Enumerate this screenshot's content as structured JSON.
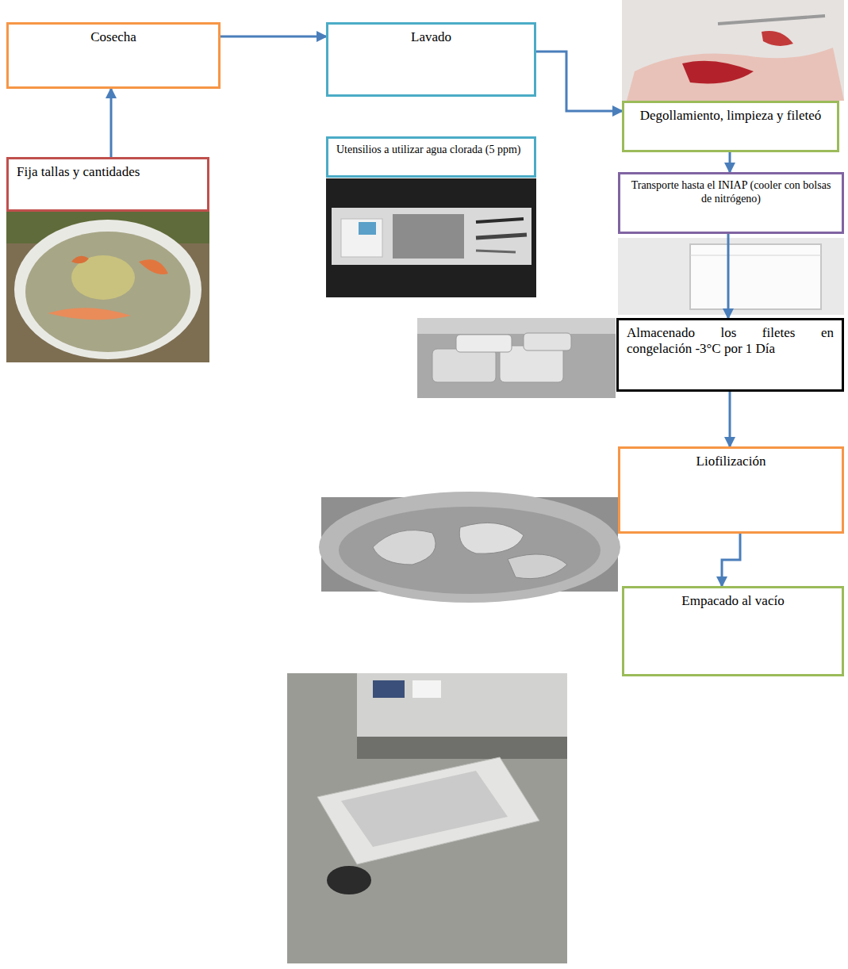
{
  "diagram": {
    "nodes": [
      {
        "text": [
          "Cosecha"
        ]
      },
      {
        "text": [
          "Fija tallas y cantidades"
        ]
      },
      {
        "text": [
          "Lavado"
        ]
      },
      {
        "text": [
          "Utensilios a utilizar agua clorada (5 ppm)"
        ]
      },
      {
        "text": [
          "Degollamiento, limpieza y fileteó"
        ]
      },
      {
        "text": [
          "Transporte hasta el INIAP (cooler con bolsas de nitrógeno)"
        ]
      },
      {
        "text": [
          "Almacenado los filetes en congelación -3°C por 1 Día"
        ]
      },
      {
        "text": [
          "Liofilización"
        ]
      },
      {
        "text": [
          "Empacado al vacío"
        ]
      }
    ],
    "edges": [
      {
        "from": 1,
        "to": 0,
        "arrow": "to"
      },
      {
        "from": 0,
        "to": 2,
        "arrow": "to"
      },
      {
        "from": 2,
        "to": 4,
        "arrow": "to"
      },
      {
        "from": 4,
        "to": 5,
        "arrow": "to"
      },
      {
        "from": 5,
        "to": 6,
        "arrow": "to"
      },
      {
        "from": 6,
        "to": 7,
        "arrow": "to"
      },
      {
        "from": 7,
        "to": 8,
        "arrow": "to"
      }
    ]
  }
}
